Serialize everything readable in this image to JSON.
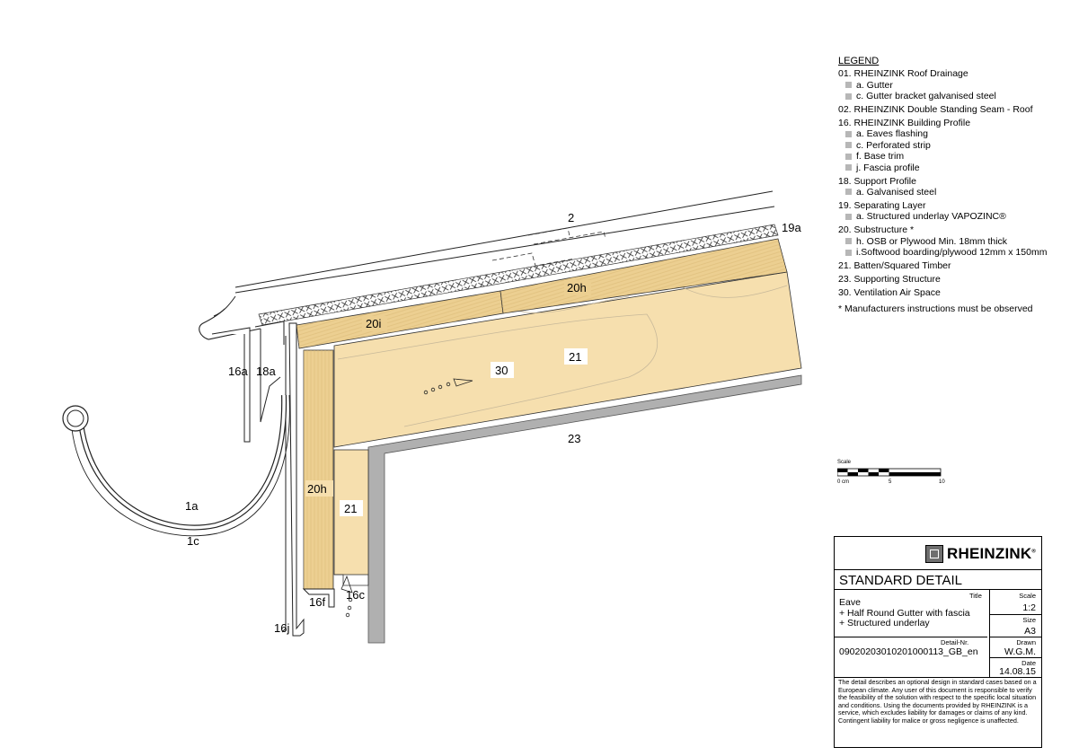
{
  "drawing_labels": {
    "l2": "2",
    "l19a": "19a",
    "l20h_top": "20h",
    "l20i": "20i",
    "l21_top": "21",
    "l30": "30",
    "l16a": "16a",
    "l18a": "18a",
    "l23": "23",
    "l20h_side": "20h",
    "l21_side": "21",
    "l1a": "1a",
    "l1c": "1c",
    "l16f": "16f",
    "l16c": "16c",
    "l16j": "16j"
  },
  "legend": {
    "title": "LEGEND",
    "groups": [
      {
        "head": "01.  RHEINZINK Roof Drainage",
        "items": [
          "a. Gutter",
          "c. Gutter bracket galvanised steel"
        ]
      },
      {
        "head": "02.  RHEINZINK Double Standing Seam - Roof",
        "items": []
      },
      {
        "head": "16.  RHEINZINK Building Profile",
        "items": [
          "a. Eaves flashing",
          "c. Perforated strip",
          "f. Base trim",
          "j. Fascia profile"
        ]
      },
      {
        "head": "18.  Support Profile",
        "items": [
          "a. Galvanised steel"
        ]
      },
      {
        "head": "19. Separating Layer",
        "items": [
          "a. Structured underlay VAPOZINC®"
        ]
      },
      {
        "head": "20. Substructure *",
        "items": [
          "h. OSB or Plywood Min. 18mm thick",
          "i.Softwood boarding/plywood  12mm x 150mm"
        ]
      },
      {
        "head": "21. Batten/Squared Timber",
        "items": []
      },
      {
        "head": "23. Supporting Structure",
        "items": []
      },
      {
        "head": "30. Ventilation Air Space",
        "items": []
      }
    ],
    "note": "* Manufacturers instructions must be observed"
  },
  "scale_bar": {
    "caption": "Scale",
    "tick0": "0 cm",
    "tick5": "5",
    "tick10": "10"
  },
  "title_block": {
    "brand": "RHEINZINK",
    "brand_mark": "®",
    "heading": "STANDARD DETAIL",
    "title_caption": "Title",
    "title_lines": [
      "Eave",
      "+  Half Round Gutter with fascia",
      "+ Structured underlay"
    ],
    "scale_caption": "Scale",
    "scale_value": "1:2",
    "size_caption": "Size",
    "size_value": "A3",
    "detail_caption": "Detail-Nr.",
    "detail_value": "09020203010201000113_GB_en",
    "drawn_caption": "Drawn",
    "drawn_value": "W.G.M.",
    "date_caption": "Date",
    "date_value": "14.08.15",
    "disclaimer": "The detail describes an optional design in standard cases based on a European climate. Any user of this document is responsible to verify the feasibility of the solution with respect to the specific local situation and conditions. Using the documents provided by RHEINZINK  is a service, which excludes liability for damages or claims of any kind. Contingent liability for malice or gross negligence is unaffected."
  },
  "colors": {
    "timber": "#f6dfae",
    "timber_dark": "#eccf91",
    "steel": "#b0b0b0",
    "grain": "#c8b99a"
  }
}
